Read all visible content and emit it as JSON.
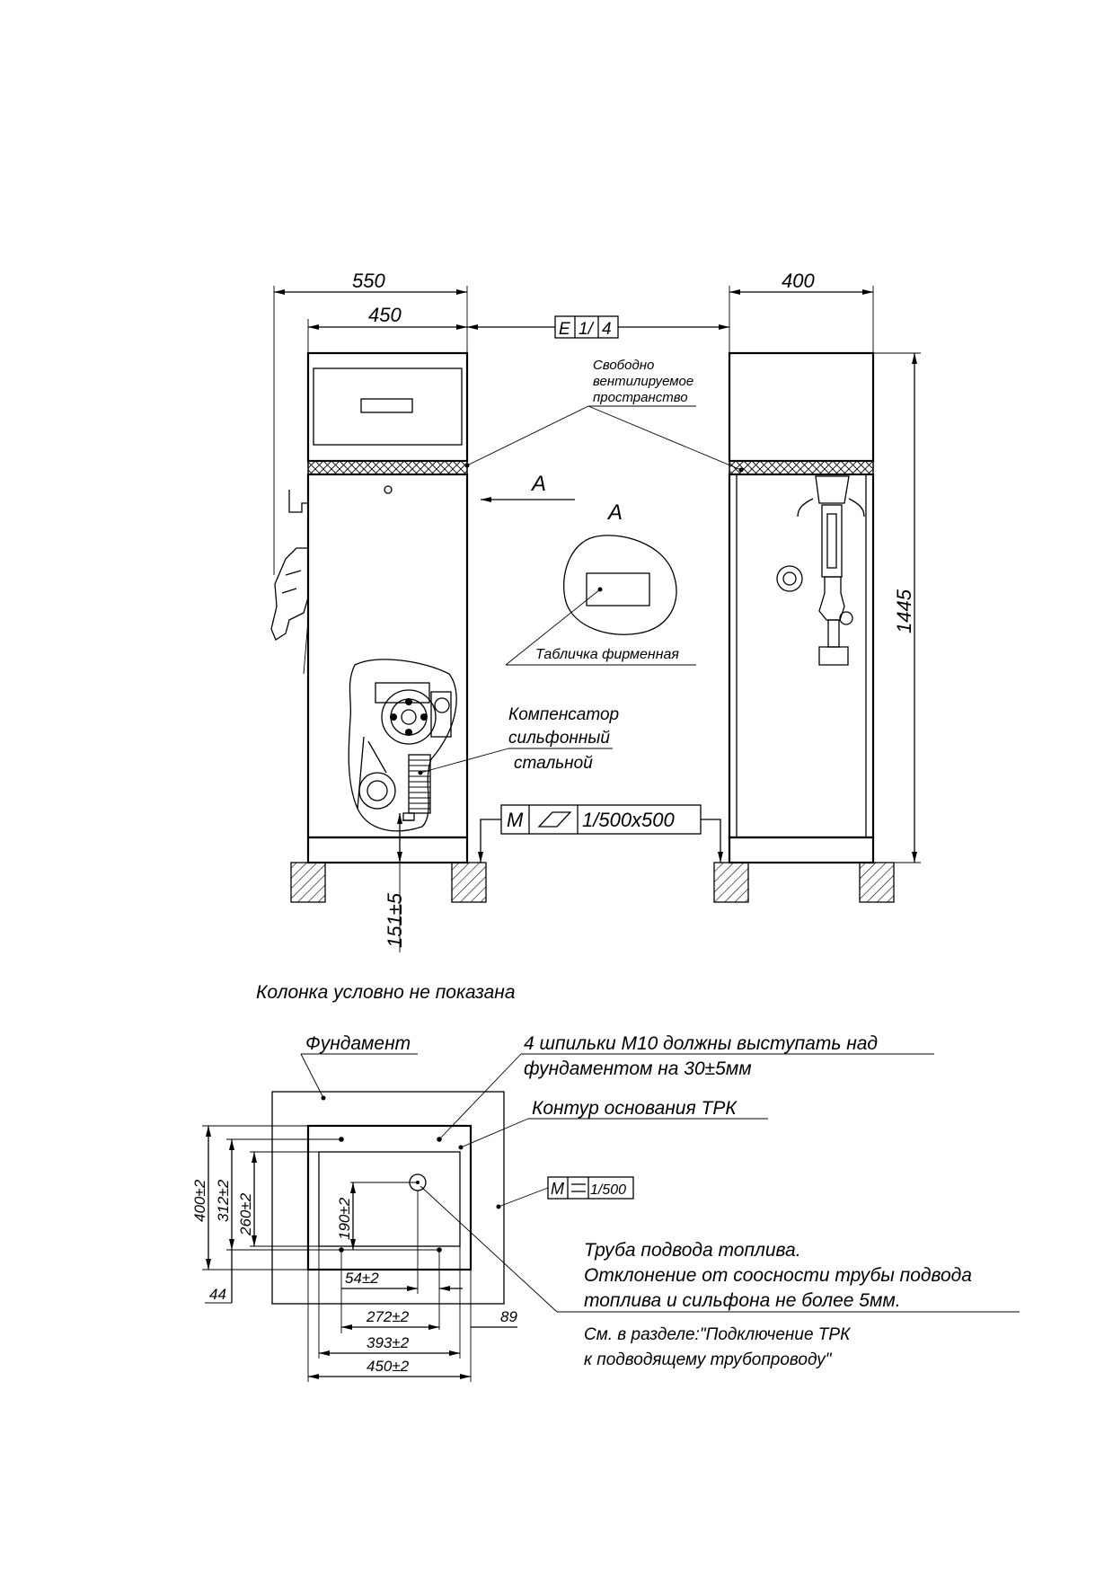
{
  "colors": {
    "ink": "#000000",
    "paper": "#ffffff"
  },
  "views": {
    "left": {
      "dim_overall_width": "550",
      "dim_body_width": "450",
      "dim_base_clearance": "151±5",
      "view_arrow_label": "A"
    },
    "right": {
      "dim_width": "400",
      "dim_height": "1445"
    },
    "spacing_frame": [
      "E",
      "1/",
      "4"
    ],
    "note_ventilated": [
      "Свободно",
      "вентилируемое",
      "пространство"
    ],
    "detail_a_label": "A",
    "note_nameplate": "Табличка фирменная",
    "note_compensator": [
      "Компенсатор",
      "сильфонный",
      "стальной"
    ],
    "tolerance_frame": [
      "M",
      "1/500x500"
    ]
  },
  "plan": {
    "caption": "Колонка условно не показана",
    "note_foundation": "Фундамент",
    "note_studs": [
      "4 шпильки М10 должны выступать над",
      "фундаментом на 30±5мм"
    ],
    "note_base_contour": "Контур основания ТРК",
    "flatness_frame": [
      "M",
      "1/500"
    ],
    "note_pipe": [
      "Труба подвода топлива.",
      "Отклонение от соосности трубы подвода",
      "топлива и сильфона не более 5мм."
    ],
    "note_reference": [
      "См. в разделе:\"Подключение ТРК",
      "к подводящему трубопроводу\""
    ],
    "dims": {
      "d400": "400±2",
      "d312": "312±2",
      "d260": "260±2",
      "d190": "190±2",
      "d44": "44",
      "d54": "54±2",
      "d272": "272±2",
      "d89": "89",
      "d393": "393±2",
      "d450": "450±2"
    }
  }
}
